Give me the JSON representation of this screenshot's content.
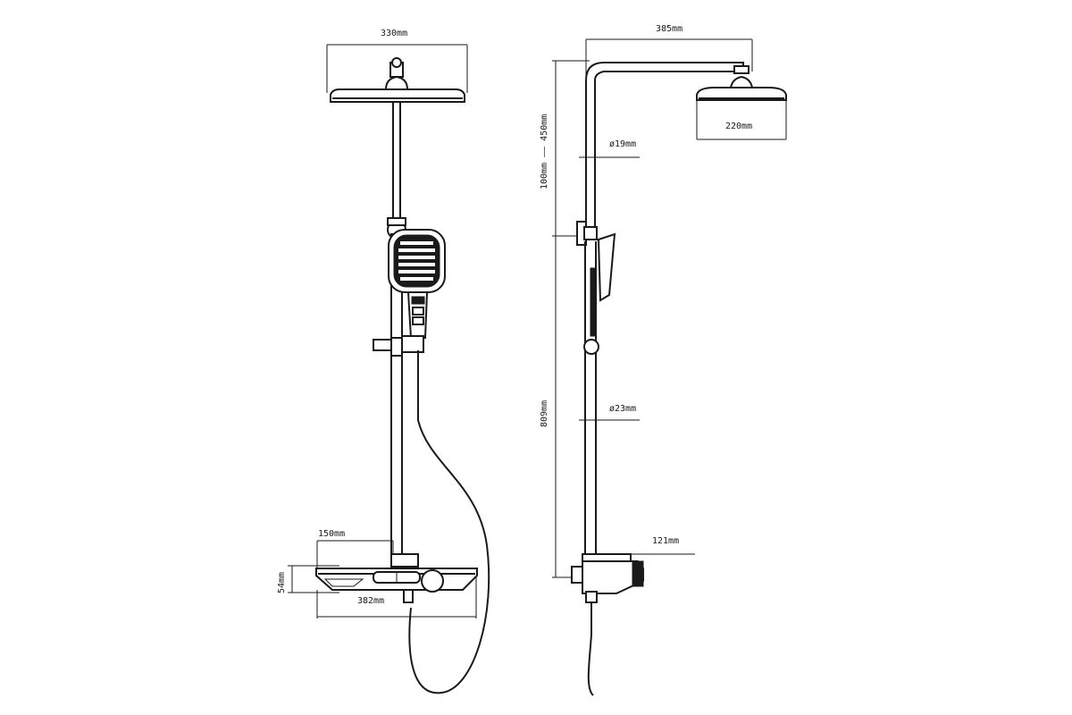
{
  "dimensions": {
    "head_width": "330mm",
    "arm_length": "385mm",
    "head_diameter_side": "220mm",
    "arm_height_range": "100mm —— 450mm",
    "upper_pipe_diameter": "ø19mm",
    "lower_pipe_diameter": "ø23mm",
    "slide_rail_height": "809mm",
    "shelf_offset": "150mm",
    "shelf_height": "54mm",
    "shelf_width": "382mm",
    "mixer_depth": "121mm"
  },
  "colors": {
    "line": "#1a1a1a",
    "background": "#ffffff"
  }
}
